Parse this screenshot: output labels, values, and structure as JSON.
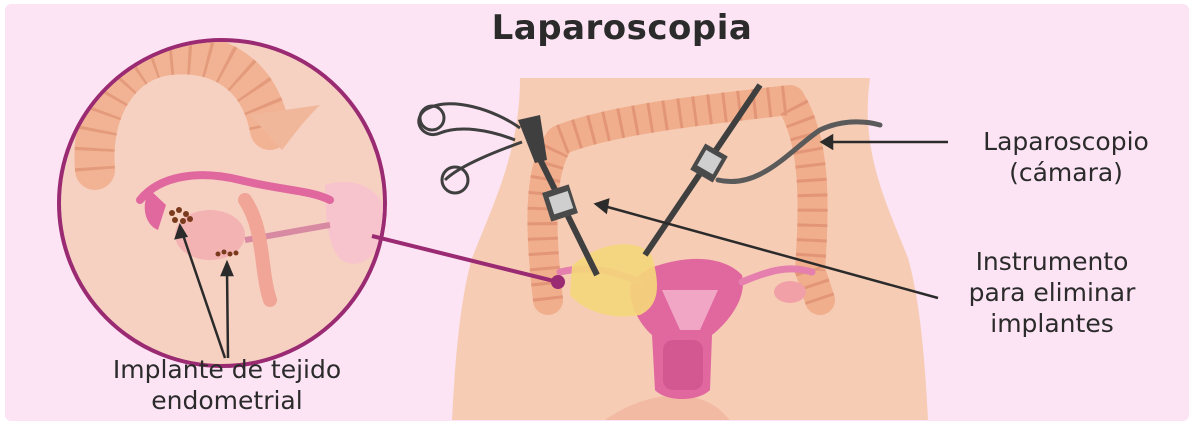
{
  "title": "Laparoscopia",
  "labels": {
    "laparoscope": [
      "Laparoscopio",
      "(cámara)"
    ],
    "instrument": [
      "Instrumento",
      "para eliminar",
      "implantes"
    ],
    "implant": [
      "Implante de tejido",
      "endometrial"
    ]
  },
  "colors": {
    "background": "#fce4f4",
    "skin": "#f6ccb5",
    "organ_pink": "#e0689f",
    "intestine": "#f0ae8c",
    "accent_line": "#9a2a72",
    "endometriosis": "#f5d77a"
  },
  "icons": {
    "camera": "laparoscope-icon",
    "grasper": "surgical-forceps-icon"
  }
}
